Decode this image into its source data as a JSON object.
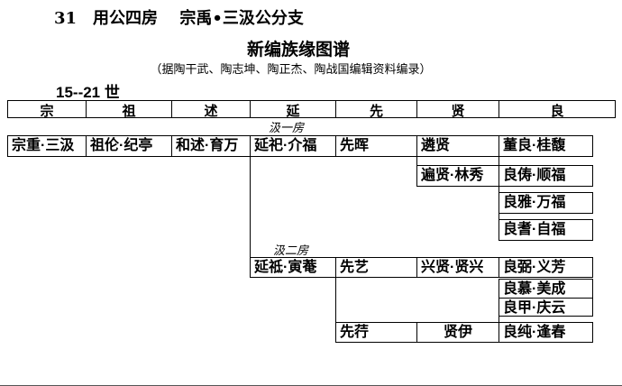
{
  "doc": {
    "heading": "31　用公四房　 宗禹•三汲公分支",
    "title": "新编族缘图谱",
    "source_note": "（据陶干武、陶志坤、陶正杰、陶战国编辑资料编录）",
    "generation_range": "15--21 世"
  },
  "tree": {
    "headers": [
      "宗",
      "祖",
      "述",
      "延",
      "先",
      "贤",
      "良"
    ],
    "branch1": {
      "label": "汲一房",
      "row1": [
        "宗重·三汲",
        "祖伦·纪亭",
        "和述·育万",
        "延祀·介福",
        "先晖",
        "遴贤",
        "董良·桂馥"
      ],
      "row2": [
        "遍贤·林秀",
        "良俦·顺福"
      ],
      "row3": [
        "良雅·万福"
      ],
      "row4": [
        "良耆·自福"
      ]
    },
    "branch2": {
      "label": "汲二房",
      "row1": [
        "延祗·寅菴",
        "先艺",
        "兴贤·贤兴",
        "良弼·义芳"
      ],
      "row2": [
        "良慕·美成"
      ],
      "row3": [
        "良甲·庆云"
      ],
      "row4": [
        "先荇",
        "贤伊",
        "良纯·逢春"
      ]
    }
  }
}
